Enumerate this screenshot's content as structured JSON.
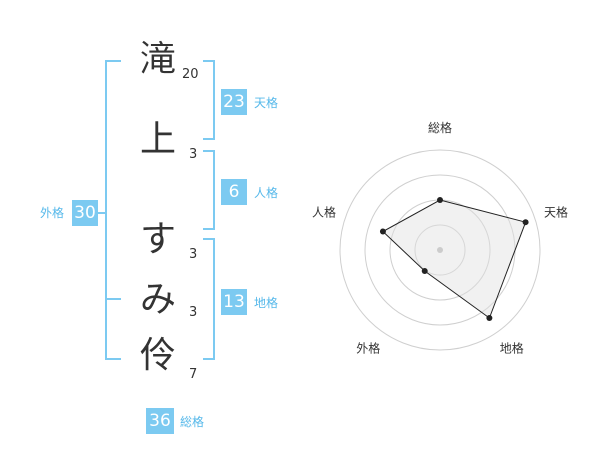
{
  "name_chars": [
    {
      "char": "滝",
      "strokes": "20"
    },
    {
      "char": "上",
      "strokes": "3"
    },
    {
      "char": "す",
      "strokes": "3"
    },
    {
      "char": "み",
      "strokes": "3"
    },
    {
      "char": "伶",
      "strokes": "7"
    }
  ],
  "tenkaku": {
    "value": "23",
    "label": "天格"
  },
  "jinkaku": {
    "value": "6",
    "label": "人格"
  },
  "chikaku": {
    "value": "13",
    "label": "地格"
  },
  "gaikaku": {
    "value": "30",
    "label": "外格"
  },
  "soukaku": {
    "value": "36",
    "label": "総格"
  },
  "colors": {
    "accent": "#7ccaf1",
    "label": "#55b8ea",
    "text": "#333333"
  },
  "chart_data": {
    "type": "radar",
    "categories": [
      "総格",
      "天格",
      "地格",
      "外格",
      "人格"
    ],
    "values": [
      2.5,
      4.5,
      4.2,
      1.3,
      3.0
    ],
    "rmax": 5,
    "rings": 4
  }
}
